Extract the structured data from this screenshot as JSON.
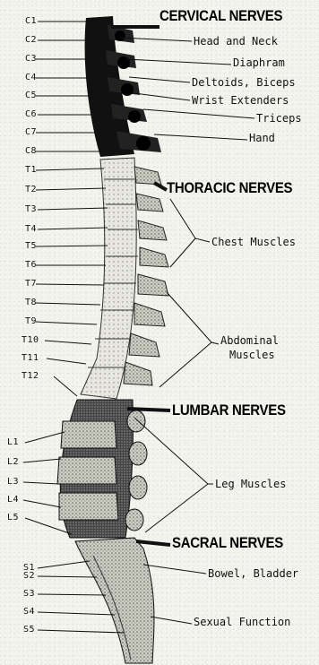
{
  "vertebrae": {
    "cervical": [
      "C1",
      "C2",
      "C3",
      "C4",
      "C5",
      "C6",
      "C7",
      "C8"
    ],
    "thoracic": [
      "T1",
      "T2",
      "T3",
      "T4",
      "T5",
      "T6",
      "T7",
      "T8",
      "T9",
      "T10",
      "T11",
      "T12"
    ],
    "lumbar": [
      "L1",
      "L2",
      "L3",
      "L4",
      "L5"
    ],
    "sacral": [
      "S1",
      "S2",
      "S3",
      "S4",
      "S5"
    ]
  },
  "nerve_groups": {
    "cervical": "CERVICAL NERVES",
    "thoracic": "THORACIC NERVES",
    "lumbar": "LUMBAR NERVES",
    "sacral": "SACRAL NERVES"
  },
  "functions": {
    "head_neck": "Head and Neck",
    "diaphram": "Diaphram",
    "deltoids": "Deltoids, Biceps",
    "wrist": "Wrist Extenders",
    "triceps": "Triceps",
    "hand": "Hand",
    "chest": "Chest Muscles",
    "abdominal_1": "Abdominal",
    "abdominal_2": "Muscles",
    "leg": "Leg Muscles",
    "bowel": "Bowel, Bladder",
    "sexual": "Sexual Function"
  }
}
